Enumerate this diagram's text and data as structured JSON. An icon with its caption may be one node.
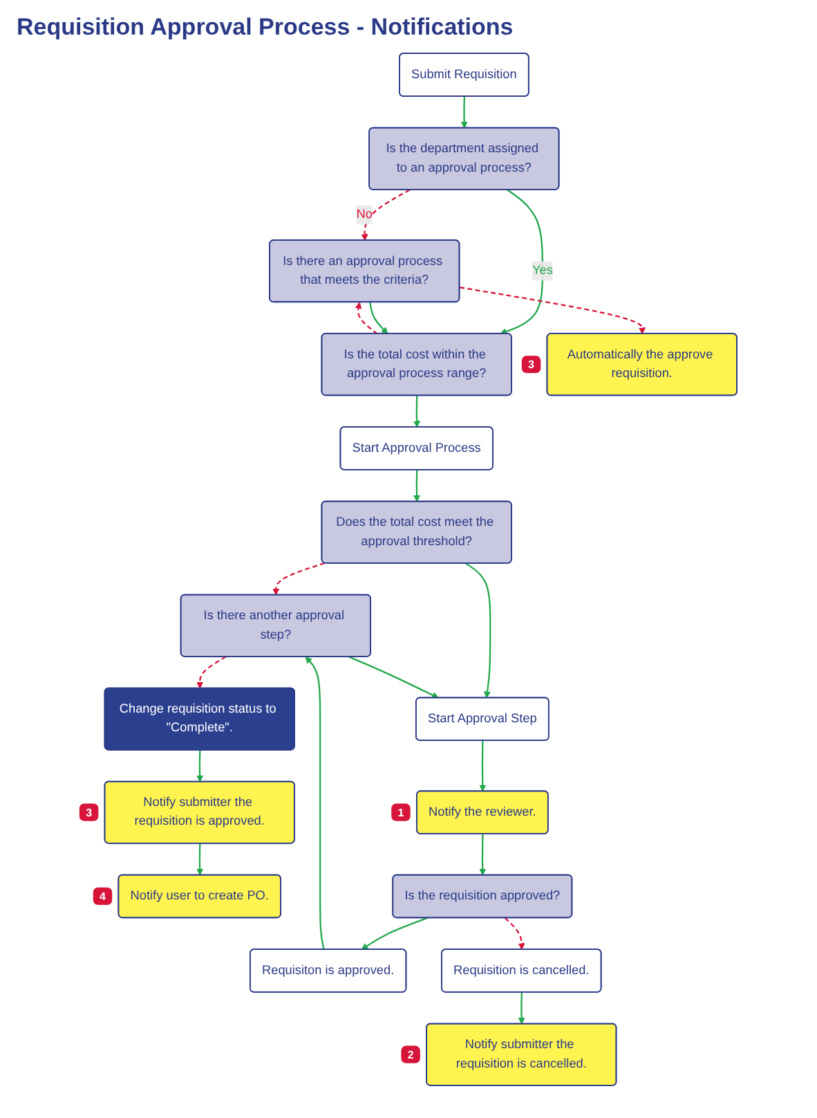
{
  "diagram": {
    "title": "Requisition Approval Process - Notifications",
    "nodes": [
      {
        "text": [
          "Submit Requisition"
        ]
      },
      {
        "text": [
          "Is the department assigned to an approval process?"
        ]
      },
      {
        "text": [
          "Is there an approval process that meets the criteria?"
        ]
      },
      {
        "text": [
          "Is the total cost within the approval process range?"
        ]
      },
      {
        "text": [
          "Automatically the approve requisition."
        ],
        "beside": [
          "3"
        ]
      },
      {
        "text": [
          "Start Approval Process"
        ]
      },
      {
        "text": [
          "Does the total cost meet the approval threshold?"
        ]
      },
      {
        "text": [
          "Start Approval Step"
        ]
      },
      {
        "text": [
          "Notify the reviewer."
        ],
        "beside": [
          "1"
        ]
      },
      {
        "text": [
          "Is the requisition approved?"
        ]
      },
      {
        "text": [
          "Change requisition status to \"Complete\"."
        ]
      },
      {
        "text": [
          "Is there another approval step?"
        ]
      },
      {
        "text": [
          "Requisiton is approved."
        ]
      },
      {
        "text": [
          "Requisition is cancelled."
        ]
      },
      {
        "text": [
          "Notify submitter the requisition is approved."
        ],
        "beside": [
          "3"
        ]
      },
      {
        "text": [
          "Notify submitter the requisition is cancelled."
        ],
        "beside": [
          "2"
        ]
      },
      {
        "text": [
          "Notify user to create PO."
        ],
        "beside": [
          "4"
        ]
      }
    ],
    "edges": [
      {
        "from": 0,
        "to": 1,
        "arrow": "to"
      },
      {
        "from": 1,
        "to": 2,
        "arrow": "to",
        "label": "No",
        "style": "dashed",
        "color": "#d7143a"
      },
      {
        "from": 1,
        "to": 3,
        "arrow": "to",
        "label": "Yes"
      },
      {
        "from": 2,
        "to": 3,
        "arrow": "to"
      },
      {
        "from": 2,
        "to": 4,
        "arrow": "to",
        "style": "dashed",
        "color": "#d7143a"
      },
      {
        "from": 3,
        "to": 2,
        "arrow": "to",
        "style": "dashed",
        "color": "#d7143a"
      },
      {
        "from": 3,
        "to": 5,
        "arrow": "to"
      },
      {
        "from": 5,
        "to": 6,
        "arrow": "to"
      },
      {
        "from": 6,
        "to": 11,
        "arrow": "to",
        "style": "dashed",
        "color": "#d7143a"
      },
      {
        "from": 6,
        "to": 7,
        "arrow": "to"
      },
      {
        "from": 7,
        "to": 8,
        "arrow": "to"
      },
      {
        "from": 8,
        "to": 9,
        "arrow": "to"
      },
      {
        "from": 9,
        "to": 13,
        "arrow": "to",
        "style": "dashed",
        "color": "#d7143a"
      },
      {
        "from": 9,
        "to": 12,
        "arrow": "to"
      },
      {
        "from": 12,
        "to": 11,
        "arrow": "to"
      },
      {
        "from": 11,
        "to": 7,
        "arrow": "to"
      },
      {
        "from": 11,
        "to": 10,
        "arrow": "to",
        "style": "dashed",
        "color": "#d7143a"
      },
      {
        "from": 13,
        "to": 15,
        "arrow": "to"
      },
      {
        "from": 10,
        "to": 14,
        "arrow": "to"
      },
      {
        "from": 14,
        "to": 16,
        "arrow": "to"
      }
    ]
  }
}
